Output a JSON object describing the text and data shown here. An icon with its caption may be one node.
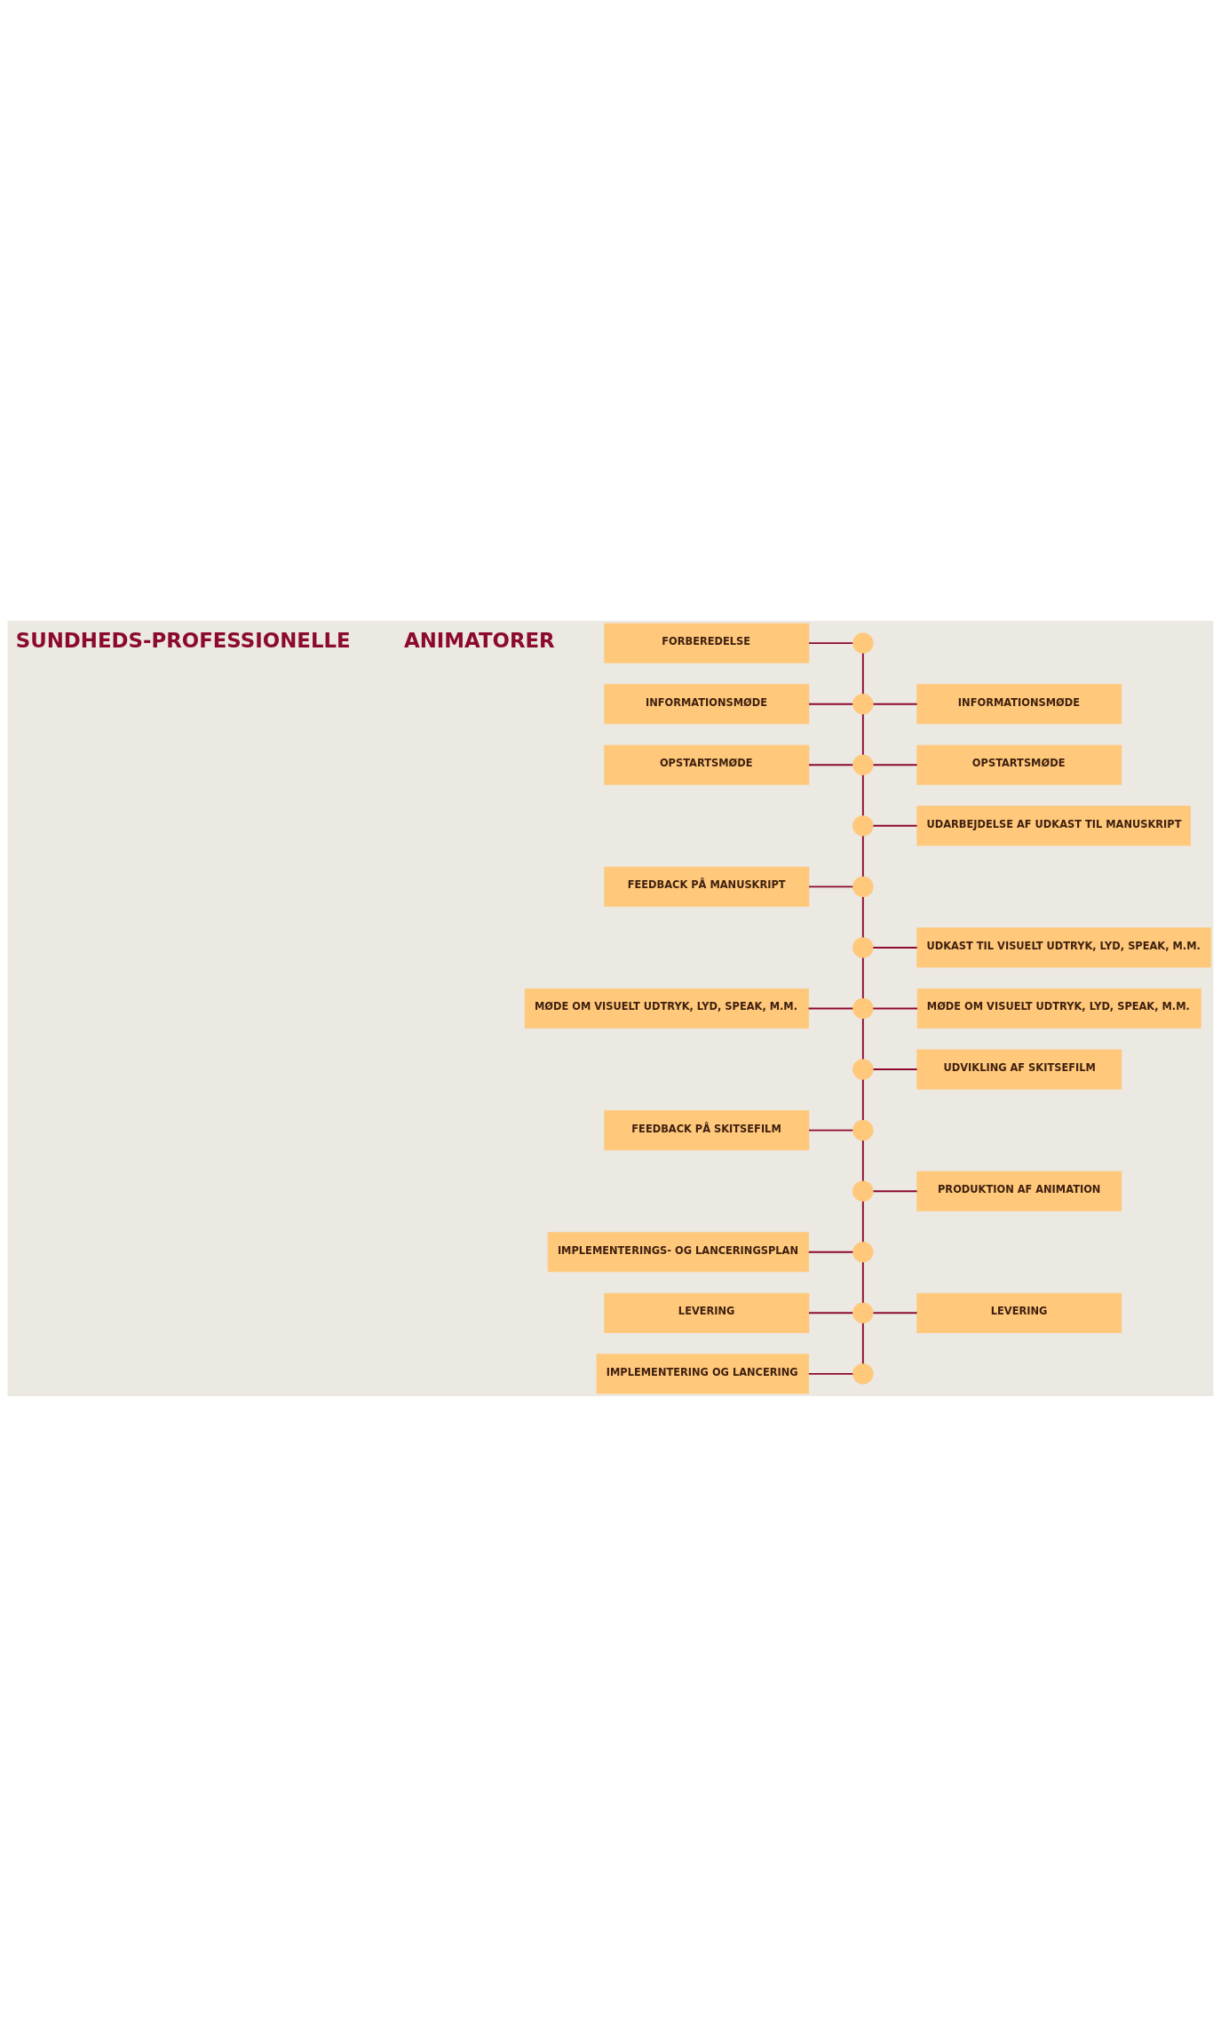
{
  "diagram": {
    "nodes": [
      {
        "text": [
          "FORBEREDELSE"
        ]
      },
      {
        "text": [],
        "shape": "circle"
      },
      {
        "text": [
          "INFORMATIONSMØDE"
        ]
      },
      {
        "text": [],
        "shape": "circle"
      },
      {
        "text": [
          "INFORMATIONSMØDE"
        ]
      },
      {
        "text": [
          "OPSTARTSMØDE"
        ]
      },
      {
        "text": [],
        "shape": "circle"
      },
      {
        "text": [
          "OPSTARTSMØDE"
        ]
      },
      {
        "text": [],
        "shape": "circle"
      },
      {
        "text": [
          "UDARBEJDELSE AF UDKAST TIL MANUSKRIPT"
        ]
      },
      {
        "text": [
          "FEEDBACK PÅ MANUSKRIPT"
        ]
      },
      {
        "text": [],
        "shape": "circle"
      },
      {
        "text": [],
        "shape": "circle"
      },
      {
        "text": [
          "UDKAST TIL VISUELT UDTRYK, LYD, SPEAK, M.M."
        ]
      },
      {
        "text": [
          "MØDE OM VISUELT UDTRYK, LYD, SPEAK, M.M."
        ]
      },
      {
        "text": [],
        "shape": "circle"
      },
      {
        "text": [
          "MØDE OM VISUELT UDTRYK, LYD, SPEAK, M.M."
        ]
      },
      {
        "text": [],
        "shape": "circle"
      },
      {
        "text": [
          "UDVIKLING AF SKITSEFILM"
        ]
      },
      {
        "text": [
          "FEEDBACK PÅ SKITSEFILM"
        ]
      },
      {
        "text": [],
        "shape": "circle"
      },
      {
        "text": [],
        "shape": "circle"
      },
      {
        "text": [
          "PRODUKTION AF ANIMATION"
        ]
      },
      {
        "text": [
          "IMPLEMENTERINGS- OG LANCERINGSPLAN"
        ]
      },
      {
        "text": [],
        "shape": "circle"
      },
      {
        "text": [
          "LEVERING"
        ]
      },
      {
        "text": [],
        "shape": "circle"
      },
      {
        "text": [
          "LEVERING"
        ]
      },
      {
        "text": [
          "IMPLEMENTERING OG LANCERING"
        ]
      },
      {
        "text": [],
        "shape": "circle"
      }
    ],
    "edges": [
      {
        "from": 0,
        "to": 1,
        "arrow": "none"
      },
      {
        "from": 2,
        "to": 3,
        "arrow": "none"
      },
      {
        "from": 3,
        "to": 4,
        "arrow": "none"
      },
      {
        "from": 5,
        "to": 6,
        "arrow": "none"
      },
      {
        "from": 6,
        "to": 7,
        "arrow": "none"
      },
      {
        "from": 8,
        "to": 9,
        "arrow": "none"
      },
      {
        "from": 10,
        "to": 11,
        "arrow": "none"
      },
      {
        "from": 12,
        "to": 13,
        "arrow": "none"
      },
      {
        "from": 14,
        "to": 15,
        "arrow": "none"
      },
      {
        "from": 15,
        "to": 16,
        "arrow": "none"
      },
      {
        "from": 17,
        "to": 18,
        "arrow": "none"
      },
      {
        "from": 19,
        "to": 20,
        "arrow": "none"
      },
      {
        "from": 21,
        "to": 22,
        "arrow": "none"
      },
      {
        "from": 23,
        "to": 24,
        "arrow": "none"
      },
      {
        "from": 25,
        "to": 26,
        "arrow": "none"
      },
      {
        "from": 26,
        "to": 27,
        "arrow": "none"
      },
      {
        "from": 28,
        "to": 29,
        "arrow": "none"
      },
      {
        "from": 1,
        "to": 3,
        "arrow": "none"
      },
      {
        "from": 3,
        "to": 6,
        "arrow": "none"
      },
      {
        "from": 6,
        "to": 8,
        "arrow": "none"
      },
      {
        "from": 8,
        "to": 11,
        "arrow": "none"
      },
      {
        "from": 11,
        "to": 12,
        "arrow": "none"
      },
      {
        "from": 12,
        "to": 15,
        "arrow": "none"
      },
      {
        "from": 15,
        "to": 17,
        "arrow": "none"
      },
      {
        "from": 17,
        "to": 20,
        "arrow": "none"
      },
      {
        "from": 20,
        "to": 21,
        "arrow": "none"
      },
      {
        "from": 21,
        "to": 24,
        "arrow": "none"
      },
      {
        "from": 24,
        "to": 26,
        "arrow": "none"
      },
      {
        "from": 26,
        "to": 29,
        "arrow": "none"
      }
    ],
    "labels": [
      "SUNDHEDS-PROFESSIONELLE",
      "ANIMATORER"
    ]
  }
}
